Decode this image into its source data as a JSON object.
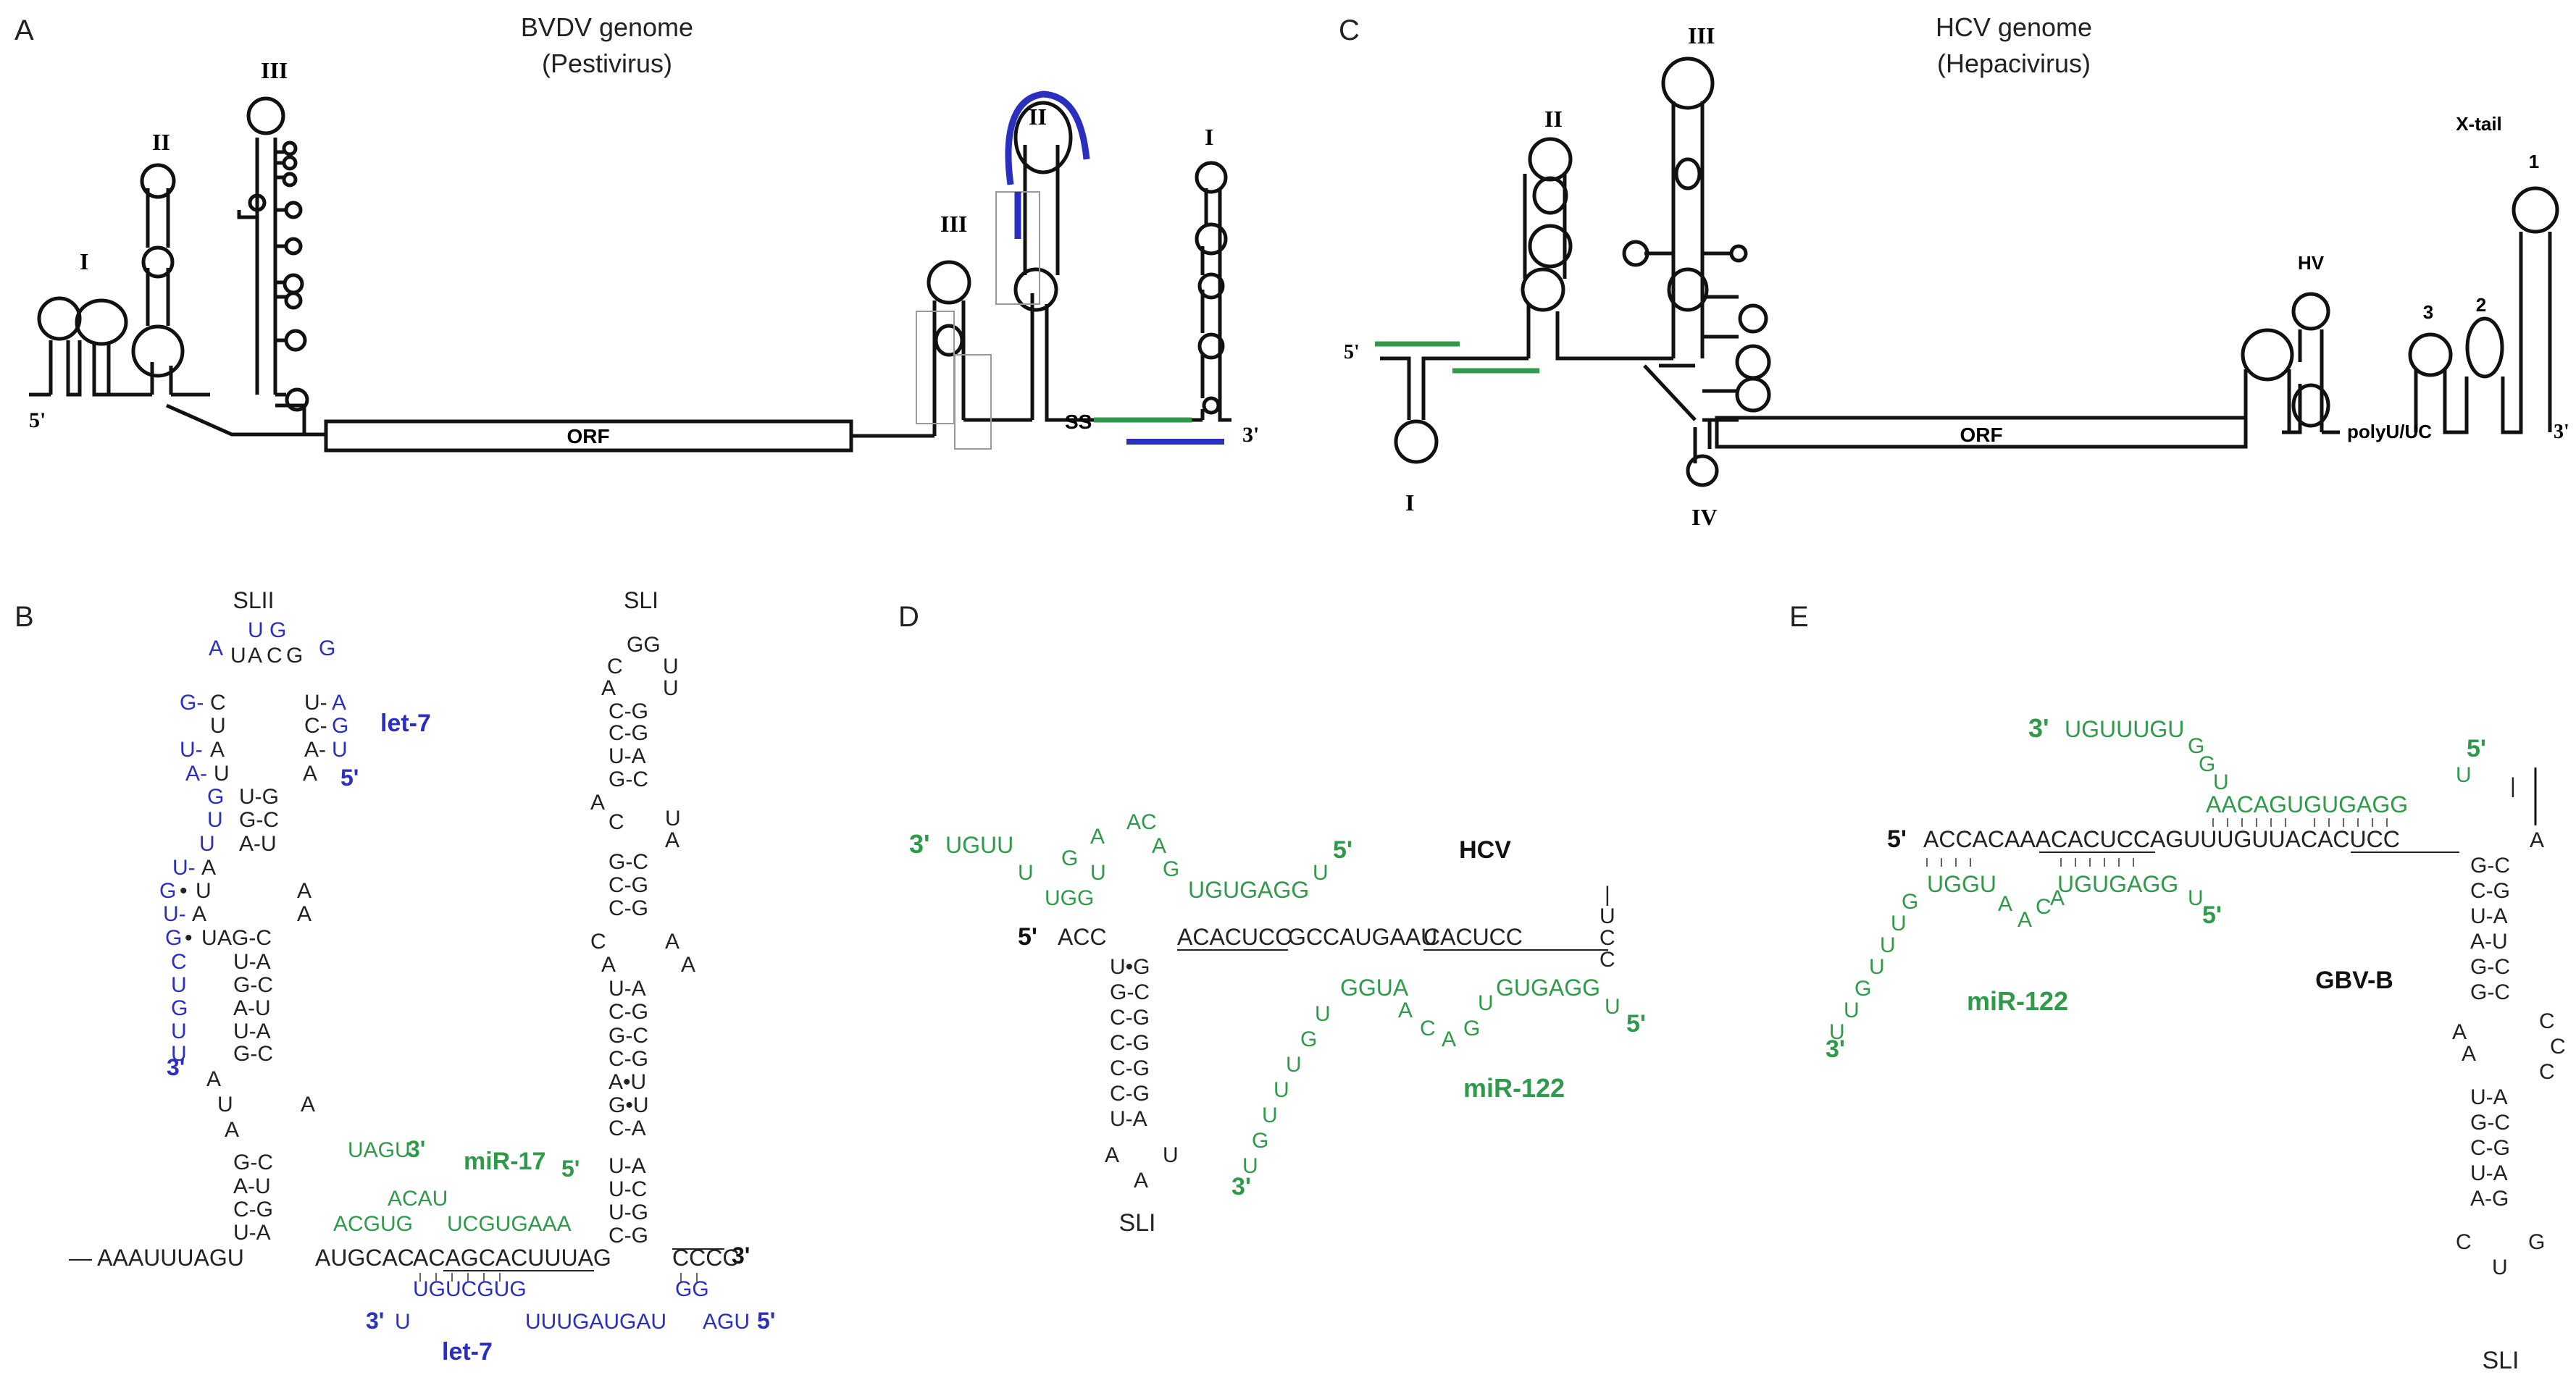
{
  "panels": {
    "A": {
      "letter": "A",
      "title1": "BVDV genome",
      "title2": "(Pestivirus)",
      "orf": "ORF",
      "ss": "SS",
      "five": "5'",
      "three": "3'",
      "stems": [
        "I",
        "II",
        "III",
        "III",
        "II",
        "I"
      ]
    },
    "B": {
      "letter": "B",
      "slii": "SLII",
      "sli": "SLI",
      "let7_top": "let-7",
      "let7_bottom": "let-7",
      "mir17": "miR-17",
      "five": "5'",
      "three": "3'",
      "main_strand": "— AAAUUUAGU",
      "seq_a": "AUGCAC",
      "seq_b": "ACAGCACUUUAG",
      "seq_c": "CCCC",
      "mir17_top": "UAGU",
      "mir17_mid": "ACAU",
      "mir17_low1": "ACGUG",
      "mir17_low2": "UCGUGAAA",
      "let7_bot_a": "U",
      "let7_bot_b": "UGUCGUG",
      "let7_bot_c": "UUUGAUGAU",
      "let7_bot_d": "AGU",
      "let7_bot_e": "GG",
      "slii_loop": [
        "A",
        "U",
        "G",
        "G",
        "U",
        "A",
        "C"
      ]
    },
    "C": {
      "letter": "C",
      "title1": "HCV genome",
      "title2": "(Hepacivirus)",
      "orf": "ORF",
      "polyu": "polyU/UC",
      "xtail": "X-tail",
      "hv": "HV",
      "five": "5'",
      "three": "3'",
      "stems": [
        "I",
        "II",
        "III",
        "IV"
      ],
      "xstems": [
        "1",
        "2",
        "3"
      ]
    },
    "D": {
      "letter": "D",
      "label": "HCV",
      "mir": "miR-122",
      "sli": "SLI",
      "five_a": "5'",
      "five_b": "5'",
      "five_c": "5'",
      "three_a": "3'",
      "three_b": "3'",
      "top_mir": "UGUU",
      "top_mir2": "UGUGAGG",
      "main_a": "ACC",
      "main_b": "ACACUCC",
      "main_c": "GCCAUGAAU",
      "main_d": "CACUCC",
      "low_mir1": "GGUA",
      "low_mir2": "GUGAGG",
      "loop_letters": [
        "A",
        "C",
        "A",
        "A",
        "G",
        "U",
        "U",
        "U",
        "G",
        "G",
        "G"
      ]
    },
    "E": {
      "letter": "E",
      "label": "GBV-B",
      "mir": "miR-122",
      "sli": "SLI",
      "five_a": "5'",
      "five_b": "5'",
      "five_c": "5'",
      "three_a": "3'",
      "three_b": "3'",
      "top_mir": "UGUUUGU",
      "top_mir2": "AACAGUGUGAGG",
      "main": "ACCACAAACACUCCAGUUUGUUACACUCC",
      "low_mir": "UGGU",
      "low_mir2": "UGUGAGG"
    }
  },
  "colors": {
    "green": "#2e9a4a",
    "blue": "#2a2fbf",
    "black": "#111111"
  }
}
